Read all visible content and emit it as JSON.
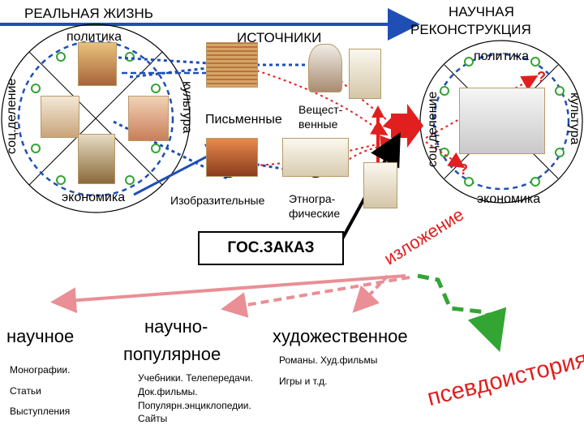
{
  "header": {
    "left_title": "РЕАЛЬНАЯ ЖИЗНЬ",
    "center_title": "ИСТОЧНИКИ",
    "right_title_line1": "НАУЧНАЯ",
    "right_title_line2": "РЕКОНСТРУКЦИЯ"
  },
  "left_circle": {
    "politics": "политика",
    "social": "соц.деление",
    "culture": "культура",
    "economy": "экономика"
  },
  "right_circle": {
    "politics": "политика",
    "social": "соц.деление",
    "culture": "культура",
    "economy": "экономика",
    "question_top": "?",
    "question_bottom": "?"
  },
  "sources": {
    "written": "Письменные",
    "material_line1": "Вещест-",
    "material_line2": "венные",
    "visual": "Изобразительные",
    "ethno_line1": "Этногра-",
    "ethno_line2": "фические"
  },
  "gos_zakaz": "ГОС.ЗАКАЗ",
  "izlozhenie": "изложение",
  "categories": {
    "scientific": {
      "title": "научное",
      "items": [
        "Монографии.",
        "Статьи",
        "Выступления"
      ]
    },
    "popular": {
      "title_line1": "научно-",
      "title_line2": "популярное",
      "items": [
        "Учебники. Телепередачи.",
        "Док.фильмы.",
        "Популярн.энциклопедии.",
        "Сайты"
      ]
    },
    "artistic": {
      "title": "художественное",
      "items": [
        "Романы. Худ.фильмы",
        "Игры и т.д."
      ]
    },
    "pseudo": "псевдоистория"
  },
  "colors": {
    "blue_arrow": "#1f4fb5",
    "red_arrow": "#e21f1f",
    "pink_arrow": "#e98f95",
    "green_dash": "#33a533",
    "question": "#e21f1f"
  }
}
